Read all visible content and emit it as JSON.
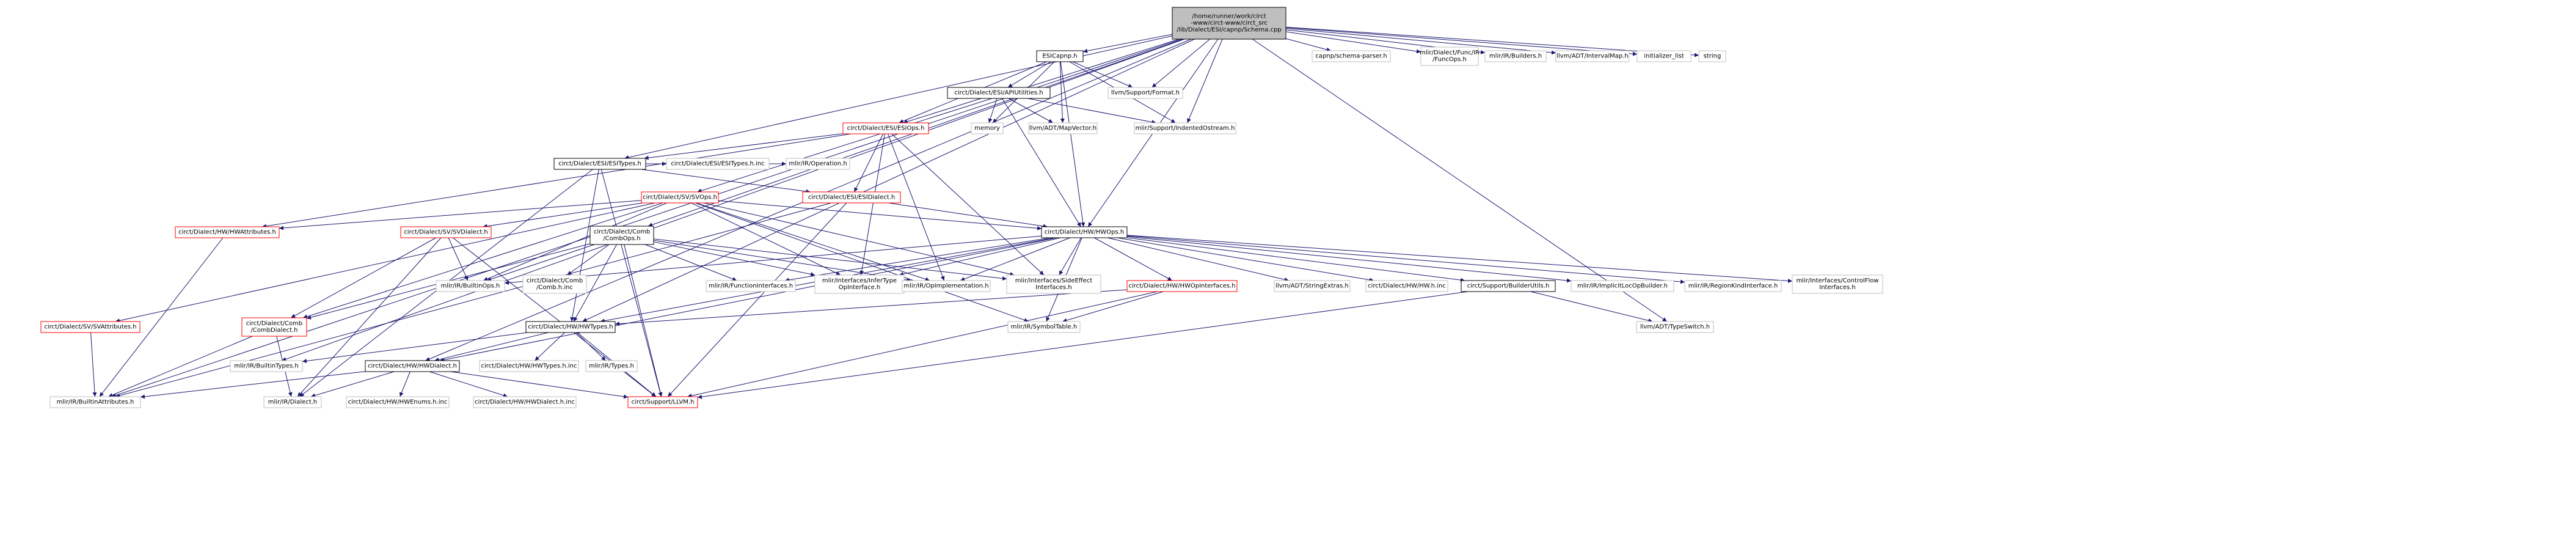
{
  "edge_color": "#191970",
  "node_fill": "#ffffff",
  "root_fill": "#bfbfbf",
  "nodes": [
    {
      "id": "root",
      "label": [
        "/home/runner/work/circt",
        "-www/circt-www/circt_src",
        "/lib/Dialect/ESI/capnp/Schema.cpp"
      ],
      "style": "root"
    },
    {
      "id": "esicapnp",
      "label": [
        "ESICapnp.h"
      ],
      "style": "black"
    },
    {
      "id": "capnp_parser",
      "label": [
        "capnp/schema-parser.h"
      ],
      "style": "gray"
    },
    {
      "id": "funcops",
      "label": [
        "mlir/Dialect/Func/IR",
        "/FuncOps.h"
      ],
      "style": "gray"
    },
    {
      "id": "builders",
      "label": [
        "mlir/IR/Builders.h"
      ],
      "style": "gray"
    },
    {
      "id": "intervalmap",
      "label": [
        "llvm/ADT/IntervalMap.h"
      ],
      "style": "gray"
    },
    {
      "id": "initlist",
      "label": [
        "initializer_list"
      ],
      "style": "gray"
    },
    {
      "id": "string",
      "label": [
        "string"
      ],
      "style": "gray"
    },
    {
      "id": "apiutils",
      "label": [
        "circt/Dialect/ESI/APIUtilities.h"
      ],
      "style": "black"
    },
    {
      "id": "format",
      "label": [
        "llvm/Support/Format.h"
      ],
      "style": "gray"
    },
    {
      "id": "esiops",
      "label": [
        "circt/Dialect/ESI/ESIOps.h"
      ],
      "style": "red"
    },
    {
      "id": "memory",
      "label": [
        "memory"
      ],
      "style": "gray"
    },
    {
      "id": "mapvector",
      "label": [
        "llvm/ADT/MapVector.h"
      ],
      "style": "gray"
    },
    {
      "id": "indented",
      "label": [
        "mlir/Support/IndentedOstream.h"
      ],
      "style": "gray"
    },
    {
      "id": "esitypes",
      "label": [
        "circt/Dialect/ESI/ESITypes.h"
      ],
      "style": "black"
    },
    {
      "id": "esitypes_inc",
      "label": [
        "circt/Dialect/ESI/ESITypes.h.inc"
      ],
      "style": "gray"
    },
    {
      "id": "operation",
      "label": [
        "mlir/IR/Operation.h"
      ],
      "style": "gray"
    },
    {
      "id": "svops",
      "label": [
        "circt/Dialect/SV/SVOps.h"
      ],
      "style": "red"
    },
    {
      "id": "esidialect",
      "label": [
        "circt/Dialect/ESI/ESIDialect.h"
      ],
      "style": "red"
    },
    {
      "id": "hwattrs",
      "label": [
        "circt/Dialect/HW/HWAttributes.h"
      ],
      "style": "red"
    },
    {
      "id": "svdialect",
      "label": [
        "circt/Dialect/SV/SVDialect.h"
      ],
      "style": "red"
    },
    {
      "id": "combops",
      "label": [
        "circt/Dialect/Comb",
        "/CombOps.h"
      ],
      "style": "black"
    },
    {
      "id": "hwops",
      "label": [
        "circt/Dialect/HW/HWOps.h"
      ],
      "style": "black"
    },
    {
      "id": "builtinops",
      "label": [
        "mlir/IR/BuiltinOps.h"
      ],
      "style": "gray"
    },
    {
      "id": "comb_inc",
      "label": [
        "circt/Dialect/Comb",
        "/Comb.h.inc"
      ],
      "style": "gray"
    },
    {
      "id": "funcif",
      "label": [
        "mlir/IR/FunctionInterfaces.h"
      ],
      "style": "gray"
    },
    {
      "id": "infertype",
      "label": [
        "mlir/Interfaces/InferType",
        "OpInterface.h"
      ],
      "style": "gray"
    },
    {
      "id": "opimpl",
      "label": [
        "mlir/IR/OpImplementation.h"
      ],
      "style": "gray"
    },
    {
      "id": "sideeffect",
      "label": [
        "mlir/Interfaces/SideEffect",
        "Interfaces.h"
      ],
      "style": "gray"
    },
    {
      "id": "hwopif",
      "label": [
        "circt/Dialect/HW/HWOpInterfaces.h"
      ],
      "style": "red"
    },
    {
      "id": "stringextras",
      "label": [
        "llvm/ADT/StringExtras.h"
      ],
      "style": "gray"
    },
    {
      "id": "hw_inc",
      "label": [
        "circt/Dialect/HW/HW.h.inc"
      ],
      "style": "gray"
    },
    {
      "id": "builderutils",
      "label": [
        "circt/Support/BuilderUtils.h"
      ],
      "style": "black"
    },
    {
      "id": "implicitloc",
      "label": [
        "mlir/IR/ImplicitLocOpBuilder.h"
      ],
      "style": "gray"
    },
    {
      "id": "regionkind",
      "label": [
        "mlir/IR/RegionKindInterface.h"
      ],
      "style": "gray"
    },
    {
      "id": "controlflow",
      "label": [
        "mlir/Interfaces/ControlFlow",
        "Interfaces.h"
      ],
      "style": "gray"
    },
    {
      "id": "svattrs",
      "label": [
        "circt/Dialect/SV/SVAttributes.h"
      ],
      "style": "red"
    },
    {
      "id": "combdialect",
      "label": [
        "circt/Dialect/Comb",
        "/CombDialect.h"
      ],
      "style": "red"
    },
    {
      "id": "hwtypes",
      "label": [
        "circt/Dialect/HW/HWTypes.h"
      ],
      "style": "black"
    },
    {
      "id": "symboltable",
      "label": [
        "mlir/IR/SymbolTable.h"
      ],
      "style": "gray"
    },
    {
      "id": "typeswitch",
      "label": [
        "llvm/ADT/TypeSwitch.h"
      ],
      "style": "gray"
    },
    {
      "id": "builtintypes",
      "label": [
        "mlir/IR/BuiltinTypes.h"
      ],
      "style": "gray"
    },
    {
      "id": "hwdialect",
      "label": [
        "circt/Dialect/HW/HWDialect.h"
      ],
      "style": "black"
    },
    {
      "id": "hwtypes_inc",
      "label": [
        "circt/Dialect/HW/HWTypes.h.inc"
      ],
      "style": "gray"
    },
    {
      "id": "irtypes",
      "label": [
        "mlir/IR/Types.h"
      ],
      "style": "gray"
    },
    {
      "id": "builtinattrs",
      "label": [
        "mlir/IR/BuiltinAttributes.h"
      ],
      "style": "gray"
    },
    {
      "id": "irdialect",
      "label": [
        "mlir/IR/Dialect.h"
      ],
      "style": "gray"
    },
    {
      "id": "hwenums_inc",
      "label": [
        "circt/Dialect/HW/HWEnums.h.inc"
      ],
      "style": "gray"
    },
    {
      "id": "hwdialect_inc",
      "label": [
        "circt/Dialect/HW/HWDialect.h.inc"
      ],
      "style": "gray"
    },
    {
      "id": "llvm",
      "label": [
        "circt/Support/LLVM.h"
      ],
      "style": "red"
    }
  ],
  "edges": [
    [
      "root",
      "esicapnp"
    ],
    [
      "root",
      "capnp_parser"
    ],
    [
      "root",
      "funcops"
    ],
    [
      "root",
      "builders"
    ],
    [
      "root",
      "intervalmap"
    ],
    [
      "root",
      "initlist"
    ],
    [
      "root",
      "string"
    ],
    [
      "root",
      "format"
    ],
    [
      "root",
      "indented"
    ],
    [
      "root",
      "esitypes"
    ],
    [
      "root",
      "svops"
    ],
    [
      "root",
      "combops"
    ],
    [
      "root",
      "hwops"
    ],
    [
      "root",
      "hwtypes"
    ],
    [
      "root",
      "hwdialect"
    ],
    [
      "root",
      "builtintypes"
    ],
    [
      "root",
      "builtinattrs"
    ],
    [
      "root",
      "typeswitch"
    ],
    [
      "esicapnp",
      "apiutils"
    ],
    [
      "esicapnp",
      "esiops"
    ],
    [
      "esicapnp",
      "memory"
    ],
    [
      "esicapnp",
      "mapvector"
    ],
    [
      "esicapnp",
      "format"
    ],
    [
      "esicapnp",
      "indented"
    ],
    [
      "esicapnp",
      "hwops"
    ],
    [
      "apiutils",
      "esiops"
    ],
    [
      "apiutils",
      "memory"
    ],
    [
      "apiutils",
      "mapvector"
    ],
    [
      "apiutils",
      "indented"
    ],
    [
      "apiutils",
      "hwops"
    ],
    [
      "esiops",
      "esitypes"
    ],
    [
      "esiops",
      "esidialect"
    ],
    [
      "esiops",
      "hwattrs"
    ],
    [
      "esiops",
      "infertype"
    ],
    [
      "esiops",
      "opimpl"
    ],
    [
      "esiops",
      "sideeffect"
    ],
    [
      "esitypes",
      "esitypes_inc"
    ],
    [
      "esitypes",
      "operation"
    ],
    [
      "esitypes",
      "esidialect"
    ],
    [
      "esitypes",
      "hwtypes"
    ],
    [
      "esitypes",
      "irdialect"
    ],
    [
      "esitypes",
      "llvm"
    ],
    [
      "esidialect",
      "hwops"
    ],
    [
      "esidialect",
      "builtinattrs"
    ],
    [
      "esidialect",
      "llvm"
    ],
    [
      "svops",
      "svdialect"
    ],
    [
      "svops",
      "hwattrs"
    ],
    [
      "svops",
      "svattrs"
    ],
    [
      "svops",
      "combdialect"
    ],
    [
      "svops",
      "hwops"
    ],
    [
      "svops",
      "infertype"
    ],
    [
      "svops",
      "opimpl"
    ],
    [
      "svops",
      "sideeffect"
    ],
    [
      "svops",
      "symboltable"
    ],
    [
      "svops",
      "builtinops"
    ],
    [
      "svdialect",
      "builtinops"
    ],
    [
      "svdialect",
      "combdialect"
    ],
    [
      "svdialect",
      "irdialect"
    ],
    [
      "svdialect",
      "llvm"
    ],
    [
      "hwattrs",
      "builtinattrs"
    ],
    [
      "combops",
      "builtinops"
    ],
    [
      "combops",
      "comb_inc"
    ],
    [
      "combops",
      "funcif"
    ],
    [
      "combops",
      "infertype"
    ],
    [
      "combops",
      "opimpl"
    ],
    [
      "combops",
      "sideeffect"
    ],
    [
      "combops",
      "hwtypes"
    ],
    [
      "combops",
      "llvm"
    ],
    [
      "combops",
      "combdialect"
    ],
    [
      "hwops",
      "builtinops"
    ],
    [
      "hwops",
      "funcif"
    ],
    [
      "hwops",
      "infertype"
    ],
    [
      "hwops",
      "opimpl"
    ],
    [
      "hwops",
      "sideeffect"
    ],
    [
      "hwops",
      "hwopif"
    ],
    [
      "hwops",
      "stringextras"
    ],
    [
      "hwops",
      "hw_inc"
    ],
    [
      "hwops",
      "builderutils"
    ],
    [
      "hwops",
      "implicitloc"
    ],
    [
      "hwops",
      "regionkind"
    ],
    [
      "hwops",
      "controlflow"
    ],
    [
      "hwops",
      "symboltable"
    ],
    [
      "hwops",
      "hwtypes"
    ],
    [
      "hwops",
      "hwdialect"
    ],
    [
      "hwopif",
      "hwtypes"
    ],
    [
      "hwopif",
      "symboltable"
    ],
    [
      "hwopif",
      "llvm"
    ],
    [
      "builderutils",
      "typeswitch"
    ],
    [
      "builderutils",
      "llvm"
    ],
    [
      "svattrs",
      "builtinattrs"
    ],
    [
      "combdialect",
      "irdialect"
    ],
    [
      "combdialect",
      "builtinattrs"
    ],
    [
      "hwtypes",
      "hwdialect"
    ],
    [
      "hwtypes",
      "hwtypes_inc"
    ],
    [
      "hwtypes",
      "irtypes"
    ],
    [
      "hwtypes",
      "builtintypes"
    ],
    [
      "hwtypes",
      "llvm"
    ],
    [
      "hwdialect",
      "builtinattrs"
    ],
    [
      "hwdialect",
      "irdialect"
    ],
    [
      "hwdialect",
      "hwenums_inc"
    ],
    [
      "hwdialect",
      "hwdialect_inc"
    ],
    [
      "hwdialect",
      "llvm"
    ]
  ]
}
